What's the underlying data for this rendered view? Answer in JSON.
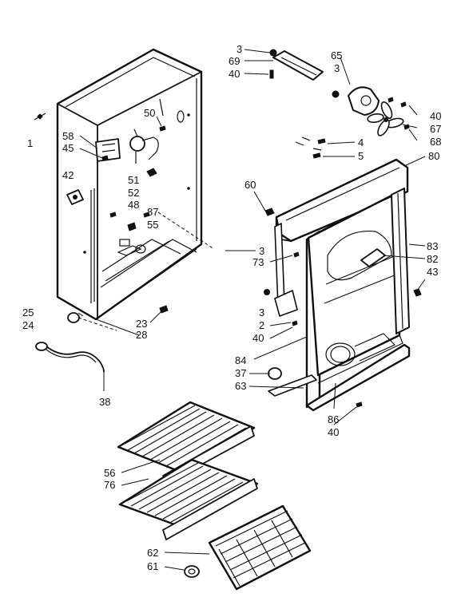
{
  "labels": {
    "l3a": "3",
    "l69": "69",
    "l40a": "40",
    "l65": "65",
    "l3b": "3",
    "l40b": "40",
    "l67": "67",
    "l68": "68",
    "l4": "4",
    "l5": "5",
    "l80": "80",
    "l1": "1",
    "l58": "58",
    "l45": "45",
    "l50": "50",
    "l42": "42",
    "l51": "51",
    "l52": "52",
    "l48": "48",
    "l87": "87",
    "l55": "55",
    "l60": "60",
    "l3c": "3",
    "l73": "73",
    "l83": "83",
    "l82": "82",
    "l43": "43",
    "l3d": "3",
    "l2": "2",
    "l40c": "40",
    "l25": "25",
    "l24": "24",
    "l23": "23",
    "l28": "28",
    "l84": "84",
    "l37": "37",
    "l63": "63",
    "l38": "38",
    "l86": "86",
    "l40d": "40",
    "l56": "56",
    "l76": "76",
    "l62": "62",
    "l61": "61"
  }
}
